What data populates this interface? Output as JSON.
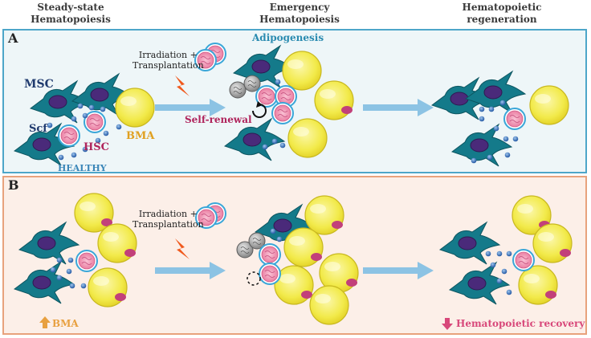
{
  "headers": {
    "steady": [
      "Steady-state",
      "Hematopoiesis"
    ],
    "emergency": [
      "Emergency",
      "Hematopoiesis"
    ],
    "regeneration": [
      "Hematopoietic",
      "regeneration"
    ]
  },
  "panelA": {
    "label": "A",
    "msc": "MSC",
    "scf": "Scf",
    "hsc": "HSC",
    "bma": "BMA",
    "healthy": "HEALTHY",
    "irradiation": [
      "Irradiation +",
      "Transplantation"
    ],
    "adipogenesis": "Adipogenesis",
    "self_renewal": "Self-renewal"
  },
  "panelB": {
    "label": "B",
    "irradiation": [
      "Irradiation +",
      "Transplantation"
    ],
    "bma": "BMA",
    "recovery": "Hematopoietic recovery"
  },
  "colors": {
    "panelA_border": "#4da6c9",
    "panelB_border": "#e8a27c",
    "msc_label": "#1f3a6e",
    "hsc_label": "#b0245c",
    "bma_label": "#e0a020",
    "healthy_label": "#3a86b8",
    "adipogenesis_label": "#2a8bb0",
    "arrow": "#8cc3e4",
    "bolt": "#f05a1e",
    "up_arrow": "#e8a040",
    "down_arrow": "#d8487a"
  }
}
